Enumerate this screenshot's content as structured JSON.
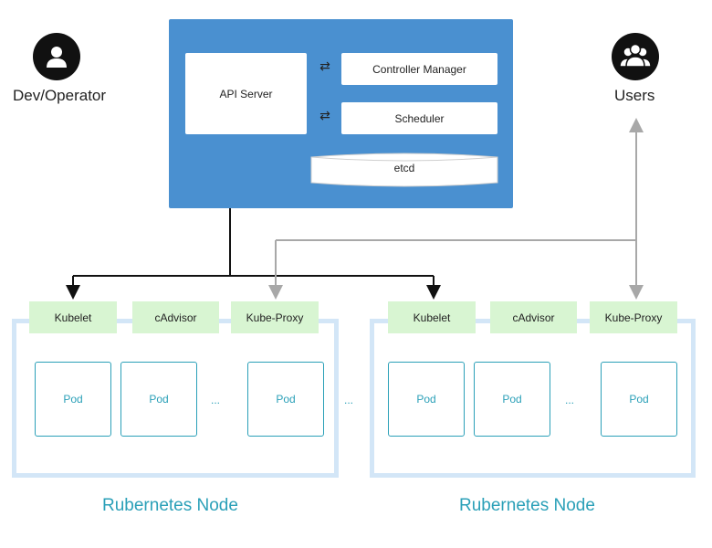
{
  "master": {
    "api_server": "API Server",
    "controller_manager": "Controller Manager",
    "scheduler": "Scheduler",
    "etcd": "etcd"
  },
  "actors": {
    "dev_operator": "Dev/Operator",
    "users": "Users"
  },
  "nodes": [
    {
      "title": "Rubernetes Node",
      "components": [
        "Kubelet",
        "cAdvisor",
        "Kube-Proxy"
      ],
      "pods": [
        "Pod",
        "Pod",
        "Pod"
      ],
      "ellipsis": "..."
    },
    {
      "title": "Rubernetes Node",
      "components": [
        "Kubelet",
        "cAdvisor",
        "Kube-Proxy"
      ],
      "pods": [
        "Pod",
        "Pod",
        "Pod"
      ],
      "ellipsis": "..."
    }
  ],
  "between_nodes": "...",
  "colors": {
    "master_bg": "#4a90d0",
    "component_bg": "#d8f5d2",
    "node_border": "#d3e6f7",
    "pod_accent": "#2ba0b8",
    "control_line": "#111111",
    "proxy_line": "#a8a8a8"
  },
  "icons": {
    "dev_operator": "user-icon",
    "users": "users-group-icon",
    "swap": "bidirectional-arrows-icon"
  }
}
